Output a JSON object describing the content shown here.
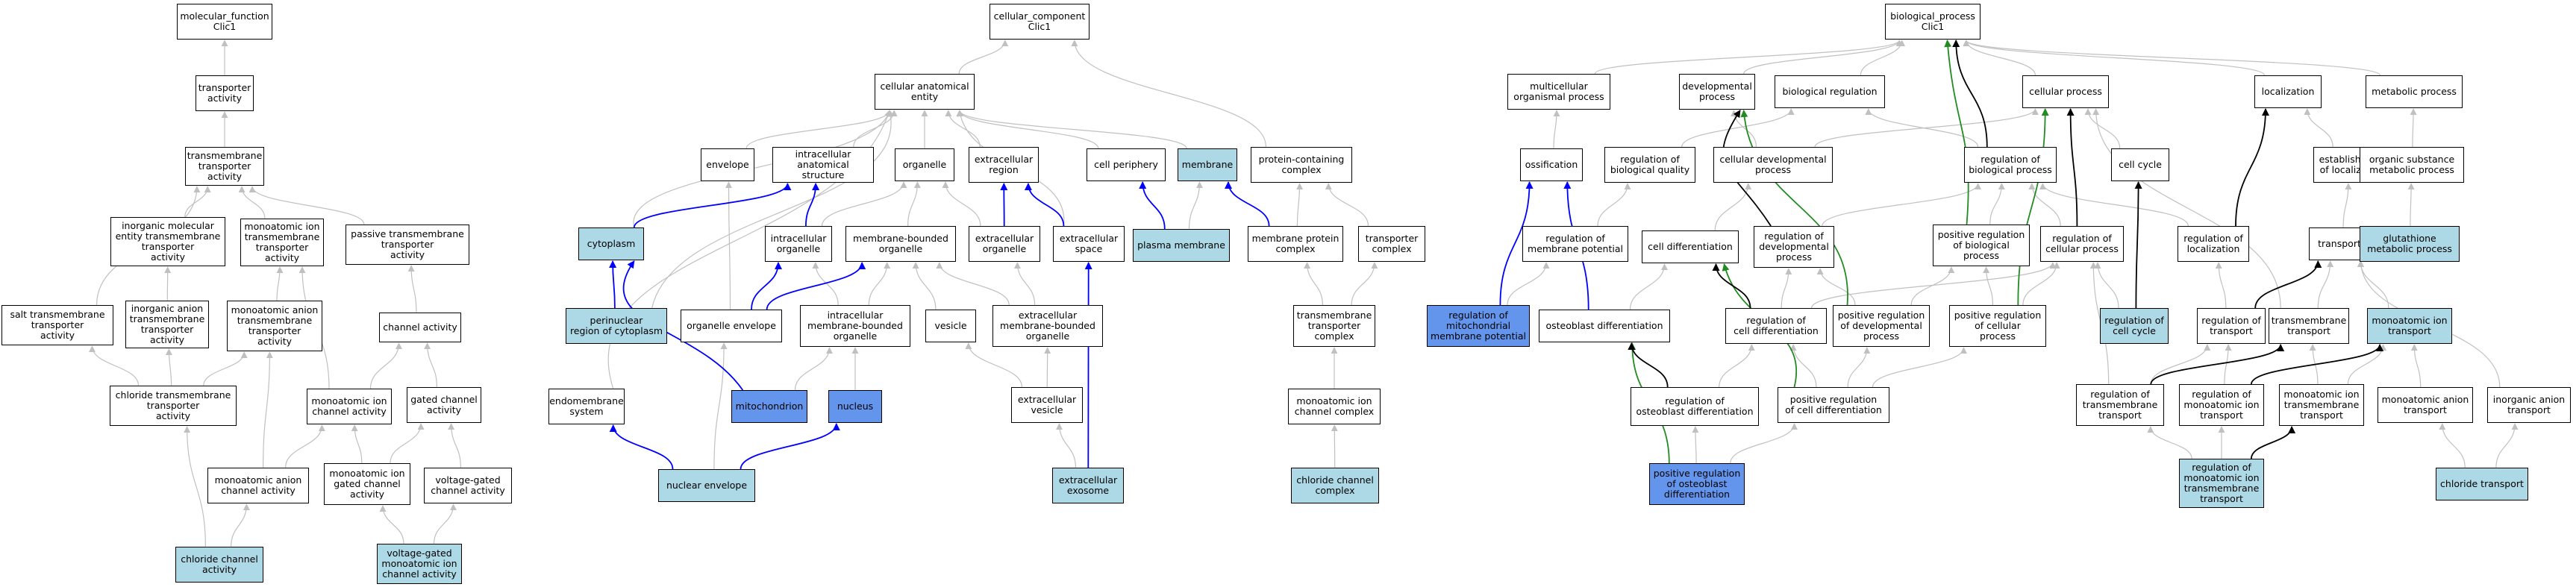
{
  "palette": {
    "node_fill": "#ffffff",
    "annotated_fill": "#add8e6",
    "highlight_fill": "#6495ed",
    "is_a_edge": "#c0c0c0",
    "regulates_edge": "#000000",
    "part_of_edge": "#0000ff",
    "positively_regulates_edge": "#228b22"
  },
  "nodes": {
    "molecular_function": "molecular_function\nClic1",
    "transporter_activity": "transporter\nactivity",
    "transmembrane_transporter_activity": "transmembrane\ntransporter\nactivity",
    "inorganic_molecular_entity_tt": "inorganic molecular\nentity transmembrane\ntransporter\nactivity",
    "monoatomic_ion_tt": "monoatomic ion\ntransmembrane\ntransporter\nactivity",
    "passive_tt": "passive transmembrane\ntransporter\nactivity",
    "salt_tt": "salt transmembrane\ntransporter\nactivity",
    "inorganic_anion_tt": "inorganic anion\ntransmembrane\ntransporter\nactivity",
    "monoatomic_anion_tt": "monoatomic anion\ntransmembrane\ntransporter\nactivity",
    "channel_activity": "channel activity",
    "chloride_tt": "chloride transmembrane\ntransporter\nactivity",
    "monoatomic_ion_channel": "monoatomic ion\nchannel activity",
    "gated_channel": "gated channel\nactivity",
    "monoatomic_anion_channel": "monoatomic anion\nchannel activity",
    "monoatomic_ion_gated_channel": "monoatomic ion\ngated channel\nactivity",
    "voltage_gated_channel": "voltage-gated\nchannel activity",
    "chloride_channel": "chloride channel\nactivity",
    "vg_monoatomic_ion_channel": "voltage-gated\nmonoatomic ion\nchannel activity",
    "cellular_component": "cellular_component\nClic1",
    "cellular_anatomical_entity": "cellular anatomical\nentity",
    "envelope": "envelope",
    "intracellular_anatomical_structure": "intracellular\nanatomical structure",
    "organelle": "organelle",
    "extracellular_region": "extracellular\nregion",
    "cell_periphery": "cell periphery",
    "membrane": "membrane",
    "protein_containing_complex": "protein-containing\ncomplex",
    "cytoplasm": "cytoplasm",
    "intracellular_organelle": "intracellular\norganelle",
    "membrane_bounded_organelle": "membrane-bounded\norganelle",
    "extracellular_organelle": "extracellular\norganelle",
    "extracellular_space": "extracellular\nspace",
    "plasma_membrane": "plasma membrane",
    "membrane_protein_complex": "membrane protein\ncomplex",
    "transporter_complex": "transporter\ncomplex",
    "perinuclear_region": "perinuclear\nregion of cytoplasm",
    "organelle_envelope": "organelle envelope",
    "intracellular_mb_organelle": "intracellular\nmembrane-bounded\norganelle",
    "vesicle": "vesicle",
    "extracellular_mb_organelle": "extracellular\nmembrane-bounded\norganelle",
    "transmembrane_transporter_complex": "transmembrane\ntransporter\ncomplex",
    "endomembrane_system": "endomembrane\nsystem",
    "mitochondrion": "mitochondrion",
    "nucleus": "nucleus",
    "extracellular_vesicle": "extracellular\nvesicle",
    "monoatomic_ion_channel_complex": "monoatomic ion\nchannel complex",
    "nuclear_envelope": "nuclear envelope",
    "extracellular_exosome": "extracellular\nexosome",
    "chloride_channel_complex": "chloride channel\ncomplex",
    "biological_process": "biological_process\nClic1",
    "multicellular_organismal_process": "multicellular\norganismal process",
    "developmental_process": "developmental\nprocess",
    "biological_regulation": "biological regulation",
    "cellular_process": "cellular process",
    "localization": "localization",
    "metabolic_process": "metabolic process",
    "ossification": "ossification",
    "regulation_of_biological_quality": "regulation of\nbiological quality",
    "cellular_developmental_process": "cellular developmental\nprocess",
    "regulation_of_biological_process": "regulation of\nbiological process",
    "cell_cycle": "cell cycle",
    "establishment_of_localization": "establishment\nof localization",
    "organic_substance_metabolic_process": "organic substance\nmetabolic process",
    "regulation_of_membrane_potential": "regulation of\nmembrane potential",
    "cell_differentiation": "cell differentiation",
    "regulation_of_developmental_process": "regulation of\ndevelopmental\nprocess",
    "positive_regulation_of_biological_process": "positive regulation\nof biological\nprocess",
    "regulation_of_cellular_process": "regulation of\ncellular process",
    "regulation_of_localization": "regulation of\nlocalization",
    "transport": "transport",
    "glutathione_metabolic_process": "glutathione\nmetabolic process",
    "regulation_of_mitochondrial_membrane_potential": "regulation of\nmitochondrial\nmembrane potential",
    "osteoblast_differentiation": "osteoblast differentiation",
    "regulation_of_cell_differentiation": "regulation of\ncell differentiation",
    "positive_regulation_of_developmental_process": "positive regulation\nof developmental\nprocess",
    "positive_regulation_of_cellular_process": "positive regulation\nof cellular\nprocess",
    "regulation_of_cell_cycle": "regulation of\ncell cycle",
    "regulation_of_transport": "regulation of\ntransport",
    "transmembrane_transport": "transmembrane\ntransport",
    "monoatomic_ion_transport": "monoatomic ion\ntransport",
    "regulation_of_osteoblast_differentiation": "regulation of\nosteoblast differentiation",
    "positive_regulation_of_cell_differentiation": "positive regulation\nof cell differentiation",
    "regulation_of_transmembrane_transport": "regulation of\ntransmembrane\ntransport",
    "regulation_of_monoatomic_ion_transport": "regulation of\nmonoatomic ion\ntransport",
    "monoatomic_ion_transmembrane_transport": "monoatomic ion\ntransmembrane\ntransport",
    "monoatomic_anion_transport": "monoatomic anion\ntransport",
    "inorganic_anion_transport": "inorganic anion\ntransport",
    "positive_regulation_of_osteoblast_differentiation": "positive regulation\nof osteoblast\ndifferentiation",
    "regulation_of_monoatomic_ion_transmembrane_transport": "regulation of\nmonoatomic ion\ntransmembrane\ntransport",
    "chloride_transport": "chloride transport"
  }
}
